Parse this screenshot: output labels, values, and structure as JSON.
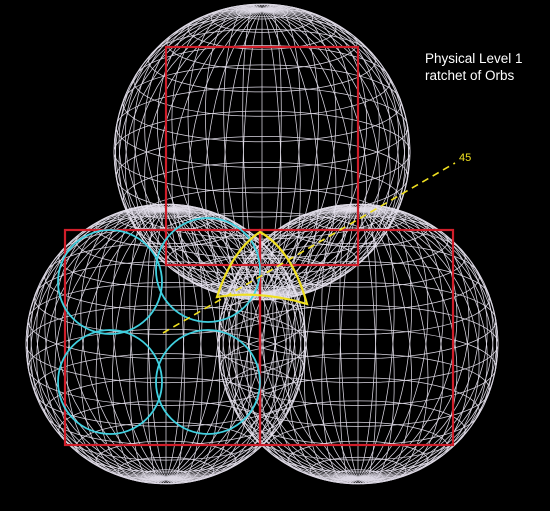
{
  "title": {
    "line1": "Physical Level 1",
    "line2": "ratchet of Orbs"
  },
  "angle_label": "45",
  "colors": {
    "background": "#000000",
    "sphere_wire": "#e8e4f0",
    "squares": "#d01e2a",
    "circles": "#40d0e0",
    "spherical_triangle": "#f0e020",
    "diagonal": "#f0e020",
    "text": "#ffffff"
  },
  "elements": {
    "spheres": [
      "top-sphere",
      "bottom-left-sphere",
      "bottom-right-sphere"
    ],
    "squares": [
      "top-square",
      "bottom-left-square",
      "bottom-right-square"
    ],
    "cyan_circle_count": 4,
    "spherical_triangle": "yellow-arc-triangle",
    "diagonal": "dashed-45-line"
  }
}
